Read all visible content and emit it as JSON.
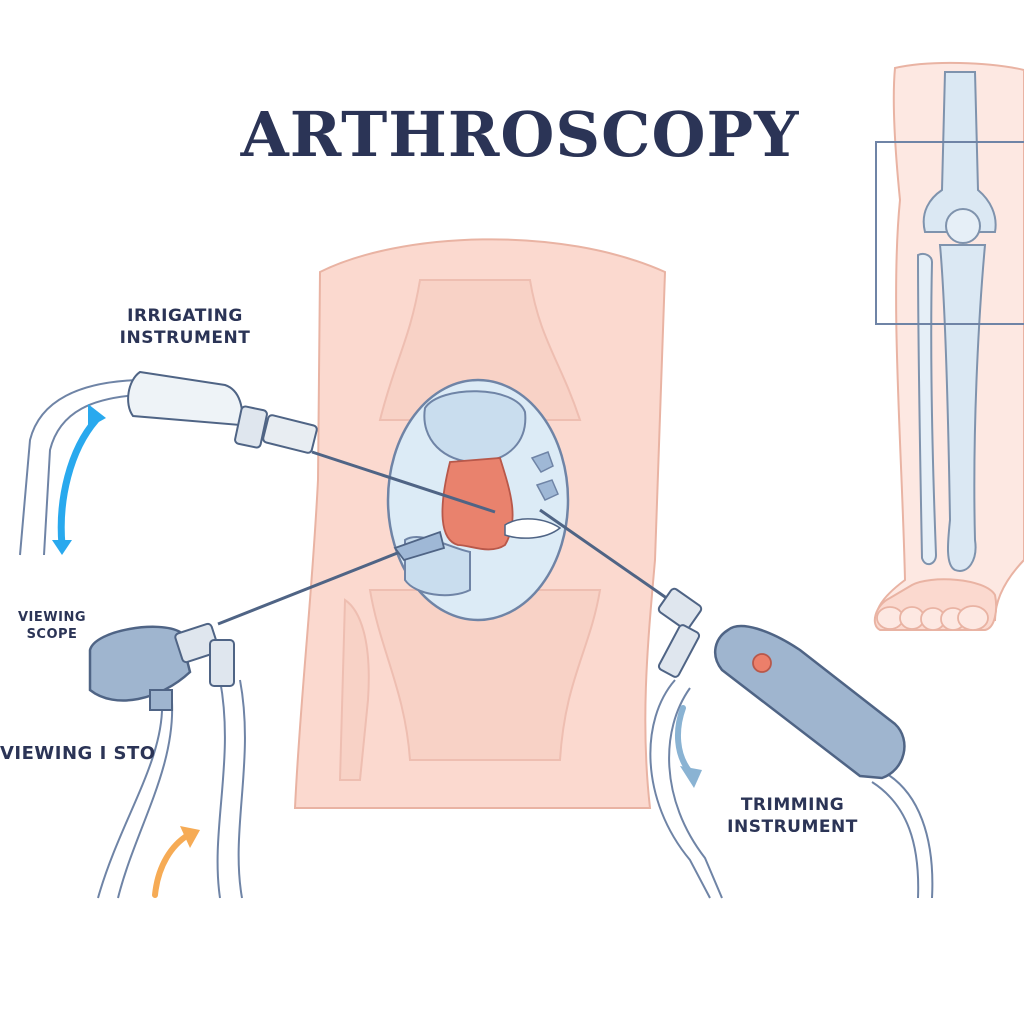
{
  "title": "ARTHROSCOPY",
  "labels": {
    "irrigating_line1": "IRRIGATING",
    "irrigating_line2": "INSTRUMENT",
    "viewing_scope_line1": "VIEWING",
    "viewing_scope_line2": "SCOPE",
    "viewing_partial": "VIEWING I STO",
    "trimming_line1": "TRIMMING",
    "trimming_line2": "INSTRUMENT"
  },
  "colors": {
    "title": "#2b3456",
    "label": "#2b3456",
    "skin": "#fbd9cf",
    "skin_outline": "#e9b3a3",
    "bone": "#dbe8f3",
    "bone_outline": "#7f93ad",
    "joint_window": "#dcebf6",
    "tissue": "#e9826d",
    "instrument_body": "#9fb5cf",
    "instrument_outline": "#4f6485",
    "irrigation_arrow": "#29a9ee",
    "outflow_arrow": "#8ab3d3",
    "inflow_arrow": "#f6ab55",
    "trim_button": "#ec7f6a"
  },
  "icons": [
    "blue-flow-arrow-icon",
    "light-blue-flow-arrow-icon",
    "orange-flow-arrow-icon"
  ]
}
